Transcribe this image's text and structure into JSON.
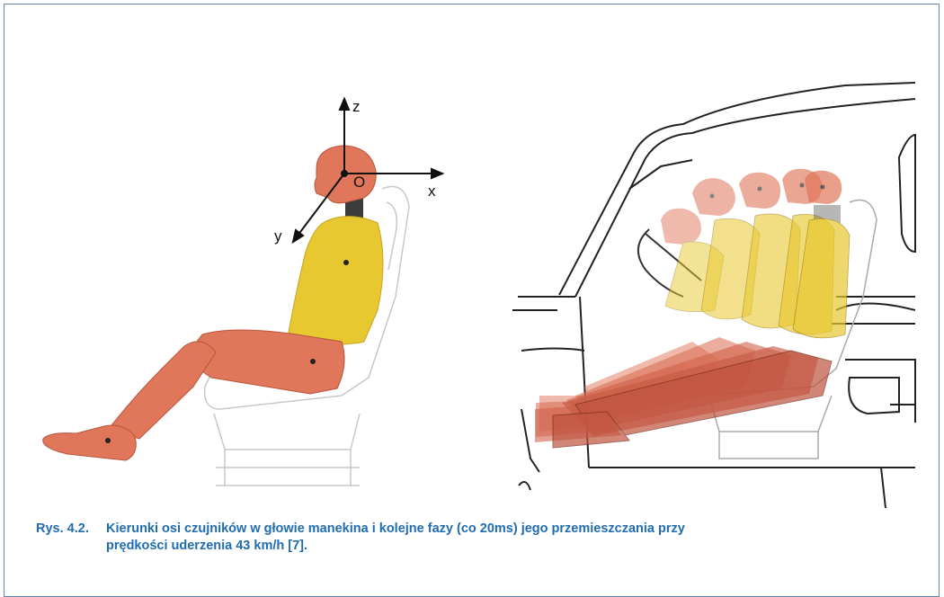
{
  "figure": {
    "left_diagram": {
      "axis_labels": {
        "z": "z",
        "x": "x",
        "y": "y",
        "origin": "O"
      }
    },
    "right_diagram": {
      "phase_count": 5
    }
  },
  "caption": {
    "number": "Rys. 4.2.",
    "line1": "Kierunki osi czujników w głowie manekina i kolejne fazy (co 20ms) jego przemieszczania przy",
    "line2": "prędkości uderzenia 43 km/h [7]."
  },
  "colors": {
    "frame_border": "#5f86ac",
    "caption_text": "#1f6cb2",
    "dummy_skin": "#e0765a",
    "dummy_torso": "#e8c830"
  }
}
